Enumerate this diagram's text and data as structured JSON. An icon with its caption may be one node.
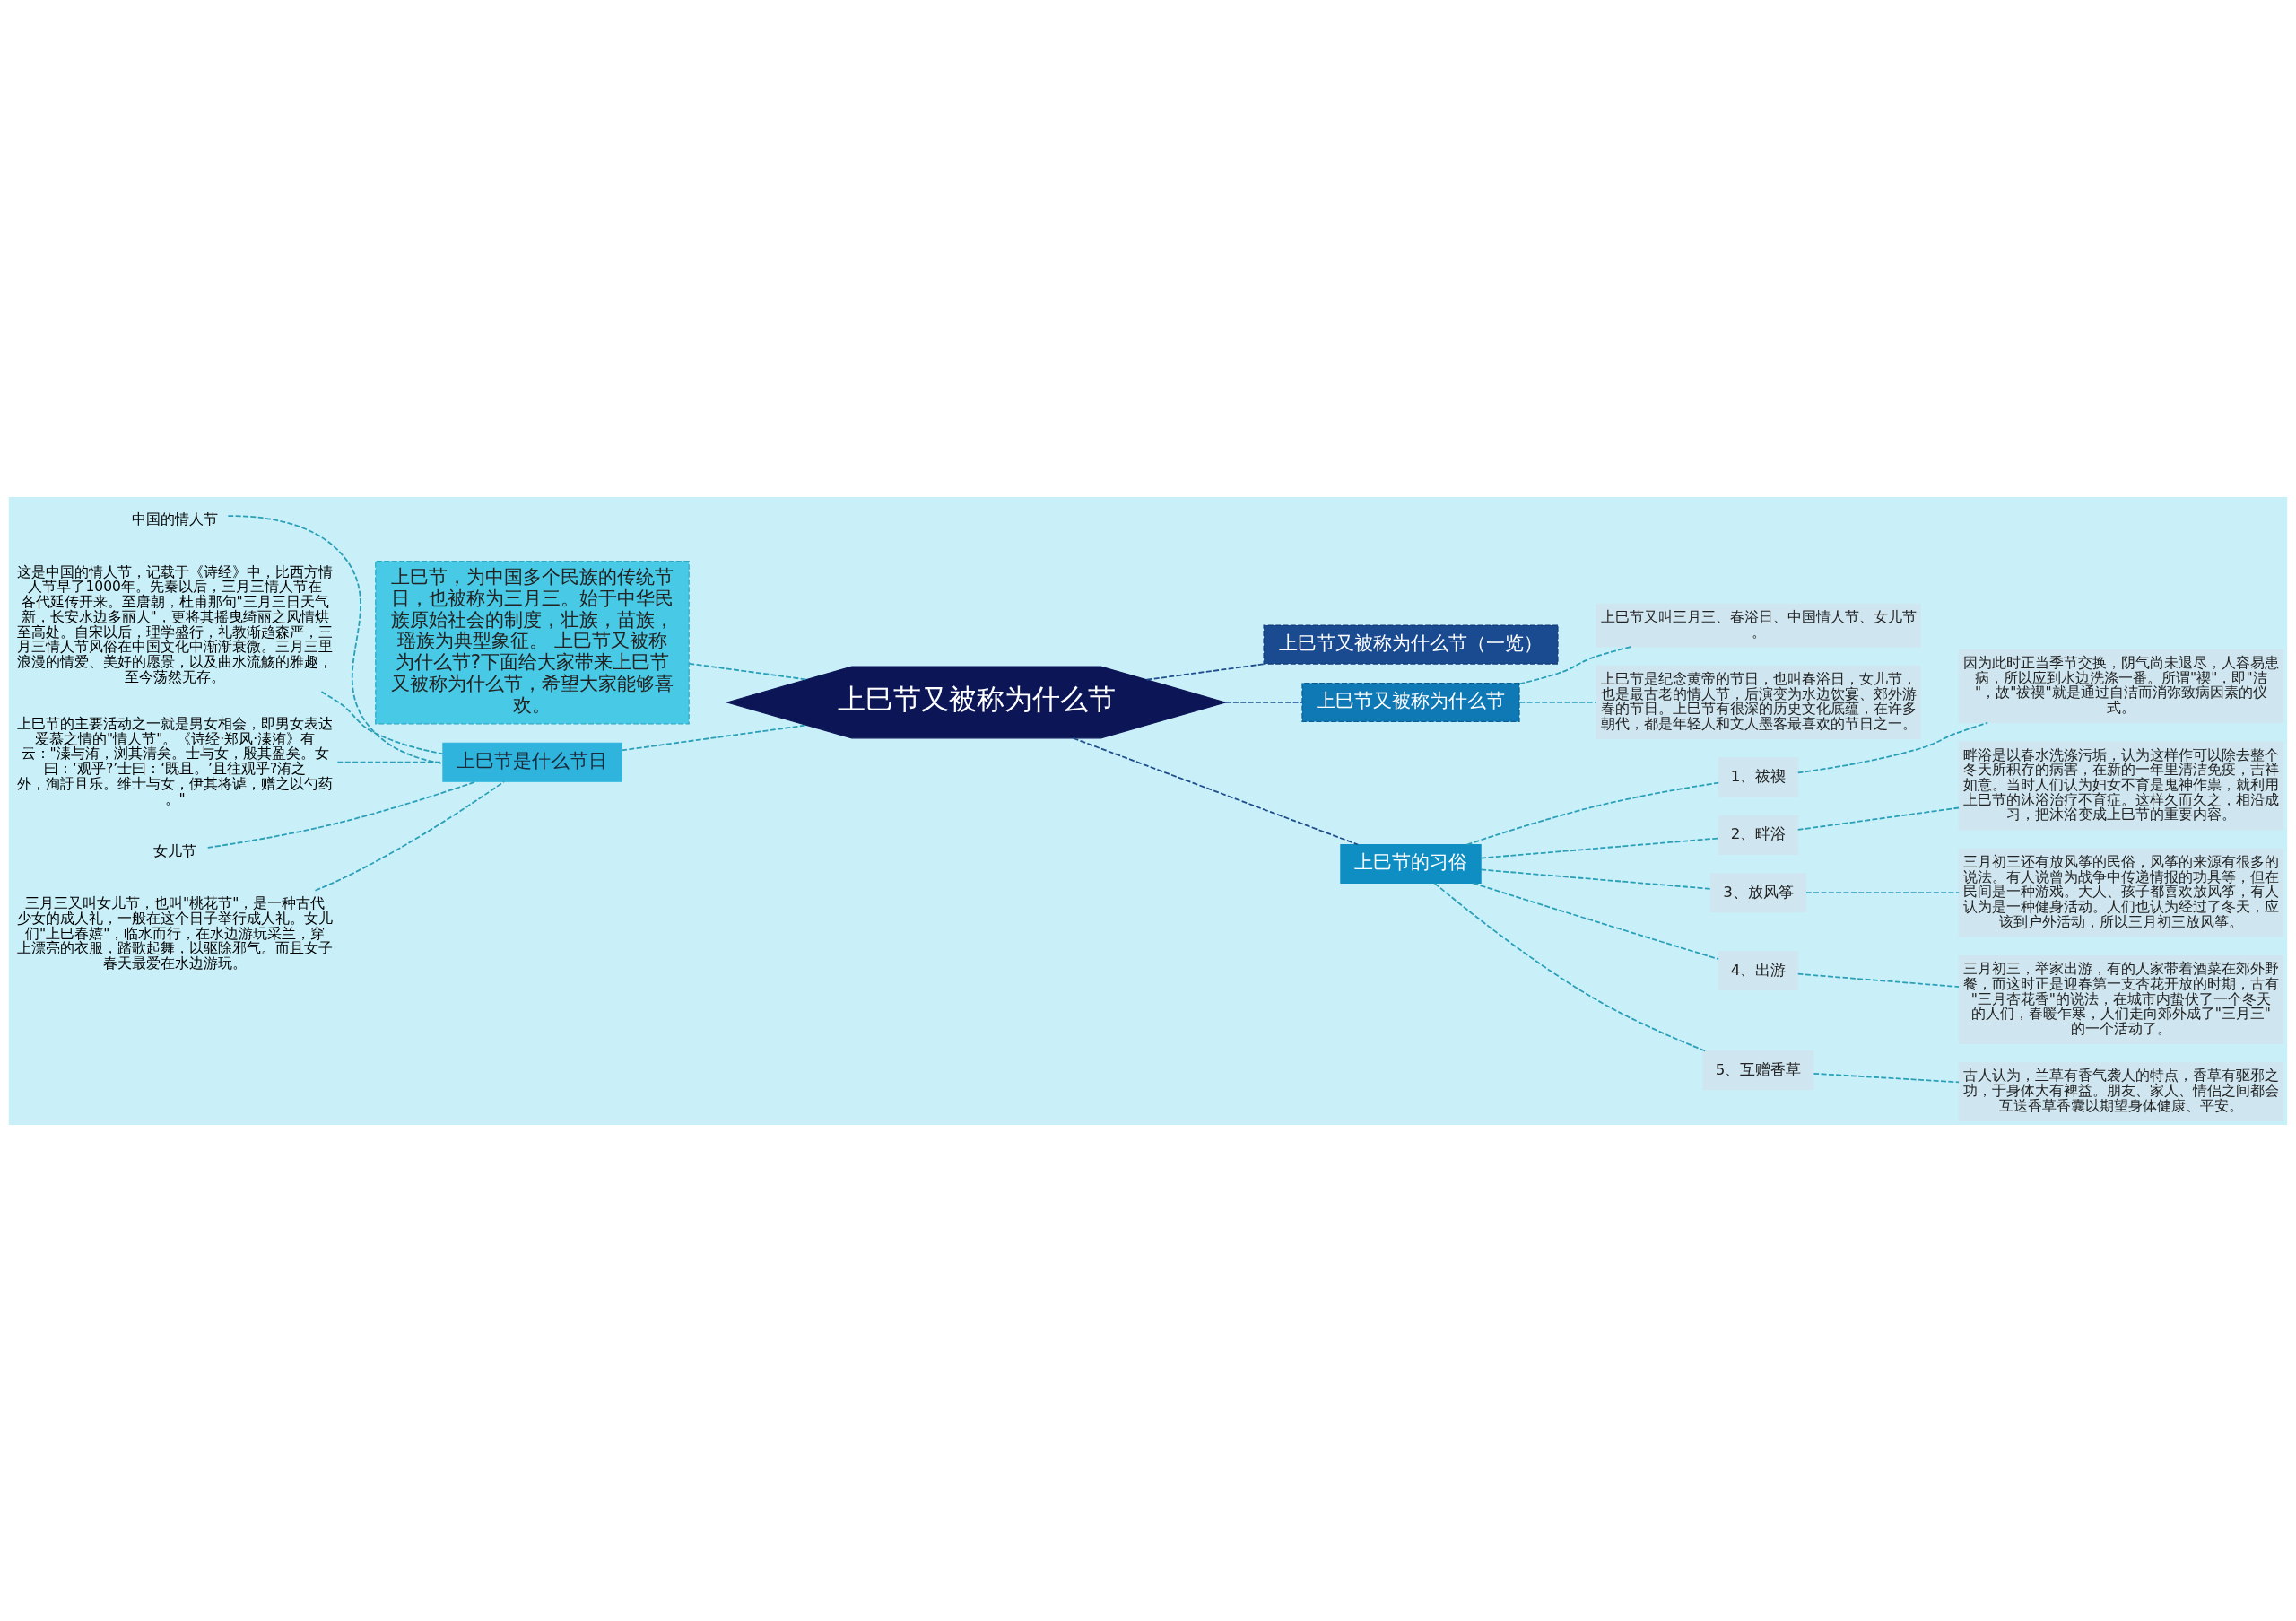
{
  "diagram": {
    "nodes": [
      {
        "text": [
          "上巳节又被称为什么节"
        ]
      },
      {
        "text": [
          "上巳节，为中国多个民族的传统节日，也被称为三月三。始于中华民族原始社会的制度，壮族，苗族，瑶族为典型象征。 上巳节又被称为什么节?下面给大家带来上巳节又被称为什么节，希望大家能够喜欢。"
        ]
      },
      {
        "text": [
          "上巳节是什么节日"
        ]
      },
      {
        "text": [
          "中国的情人节"
        ]
      },
      {
        "text": [
          "这是中国的情人节，记载于《诗经》中，比西方情人节早了1000年。先秦以后，三月三情人节在各代延传开来。至唐朝，杜甫那句\"三月三日天气新，长安水边多丽人\"，更将其摇曳绮丽之风情烘至高处。自宋以后，理学盛行，礼教渐趋森严，三月三情人节风俗在中国文化中渐渐衰微。三月三里浪漫的情爱、美好的愿景，以及曲水流觞的雅趣，至今荡然无存。"
        ]
      },
      {
        "text": [
          "上巳节的主要活动之一就是男女相会，即男女表达爱慕之情的\"情人节\"。《诗经·郑风·溱洧》有云：\"溱与洧，浏其清矣。士与女，殷其盈矣。女曰：‘观乎?’士曰：‘既且。’且往观乎?洧之外，洵訏且乐。维士与女，伊其将谑，赠之以勺药。\""
        ]
      },
      {
        "text": [
          "女儿节"
        ]
      },
      {
        "text": [
          "三月三又叫女儿节，也叫\"桃花节\"，是一种古代少女的成人礼，一般在这个日子举行成人礼。女儿们\"上巳春嬉\"，临水而行，在水边游玩采兰，穿上漂亮的衣服，踏歌起舞，以驱除邪气。而且女子春天最爱在水边游玩。"
        ]
      },
      {
        "text": [
          "上巳节又被称为什么节（一览）"
        ]
      },
      {
        "text": [
          "上巳节又被称为什么节"
        ]
      },
      {
        "text": [
          "上巳节又叫三月三、春浴日、中国情人节、女儿节。"
        ]
      },
      {
        "text": [
          "上巳节是纪念黄帝的节日，也叫春浴日，女儿节，也是最古老的情人节，后演变为水边饮宴、郊外游春的节日。上巳节有很深的历史文化底蕴，在许多朝代，都是年轻人和文人墨客最喜欢的节日之一。"
        ]
      },
      {
        "text": [
          "上巳节的习俗"
        ]
      },
      {
        "text": [
          "1、祓禊"
        ]
      },
      {
        "text": [
          "因为此时正当季节交换，阴气尚未退尽，人容易患病，所以应到水边洗涤一番。所谓\"禊\"，即\"洁\"，故\"祓禊\"就是通过自洁而消弥致病因素的仪式。"
        ]
      },
      {
        "text": [
          "2、畔浴"
        ]
      },
      {
        "text": [
          "畔浴是以春水洗涤污垢，认为这样作可以除去整个冬天所积存的病害，在新的一年里清洁免疫，吉祥如意。当时人们认为妇女不育是鬼神作祟，就利用上巳节的沐浴治疗不育症。这样久而久之，相沿成习，把沐浴变成上巳节的重要内容。"
        ]
      },
      {
        "text": [
          "3、放风筝"
        ]
      },
      {
        "text": [
          "三月初三还有放风筝的民俗，风筝的来源有很多的说法。有人说曾为战争中传递情报的功具等，但在民间是一种游戏。大人、孩子都喜欢放风筝，有人认为是一种健身活动。人们也认为经过了冬天，应该到户外活动，所以三月初三放风筝。"
        ]
      },
      {
        "text": [
          "4、出游"
        ]
      },
      {
        "text": [
          "三月初三，举家出游，有的人家带着酒菜在郊外野餐，而这时正是迎春第一支杏花开放的时期，古有\"三月杏花香\"的说法，在城市内蛰伏了一个冬天的人们，春暖乍寒，人们走向郊外成了\"三月三\"的一个活动了。"
        ]
      },
      {
        "text": [
          "5、互赠香草"
        ]
      },
      {
        "text": [
          "古人认为，兰草有香气袭人的特点，香草有驱邪之功，于身体大有裨益。朋友、家人、情侣之间都会互送香草香囊以期望身体健康、平安。"
        ]
      }
    ],
    "edges": [
      {
        "from": 0,
        "to": 1,
        "arrow": "none",
        "style": "dashed"
      },
      {
        "from": 0,
        "to": 2,
        "arrow": "none",
        "style": "dashed"
      },
      {
        "from": 2,
        "to": 3,
        "arrow": "none",
        "style": "dashed"
      },
      {
        "from": 2,
        "to": 4,
        "arrow": "none",
        "style": "dashed"
      },
      {
        "from": 2,
        "to": 5,
        "arrow": "none",
        "style": "dashed"
      },
      {
        "from": 2,
        "to": 6,
        "arrow": "none",
        "style": "dashed"
      },
      {
        "from": 2,
        "to": 7,
        "arrow": "none",
        "style": "dashed"
      },
      {
        "from": 0,
        "to": 8,
        "arrow": "none",
        "style": "dashed",
        "color": "#1f4e8c"
      },
      {
        "from": 0,
        "to": 9,
        "arrow": "none",
        "style": "dashed",
        "color": "#1f4e8c"
      },
      {
        "from": 9,
        "to": 10,
        "arrow": "none",
        "style": "dashed"
      },
      {
        "from": 9,
        "to": 11,
        "arrow": "none",
        "style": "dashed"
      },
      {
        "from": 0,
        "to": 12,
        "arrow": "none",
        "style": "dashed",
        "color": "#1f4e8c"
      },
      {
        "from": 12,
        "to": 13,
        "arrow": "none",
        "style": "dashed"
      },
      {
        "from": 13,
        "to": 14,
        "arrow": "none",
        "style": "dashed"
      },
      {
        "from": 12,
        "to": 15,
        "arrow": "none",
        "style": "dashed"
      },
      {
        "from": 15,
        "to": 16,
        "arrow": "none",
        "style": "dashed"
      },
      {
        "from": 12,
        "to": 17,
        "arrow": "none",
        "style": "dashed"
      },
      {
        "from": 17,
        "to": 18,
        "arrow": "none",
        "style": "dashed"
      },
      {
        "from": 12,
        "to": 19,
        "arrow": "none",
        "style": "dashed"
      },
      {
        "from": 19,
        "to": 20,
        "arrow": "none",
        "style": "dashed"
      },
      {
        "from": 12,
        "to": 21,
        "arrow": "none",
        "style": "dashed"
      },
      {
        "from": 21,
        "to": 22,
        "arrow": "none",
        "style": "dashed"
      }
    ]
  }
}
